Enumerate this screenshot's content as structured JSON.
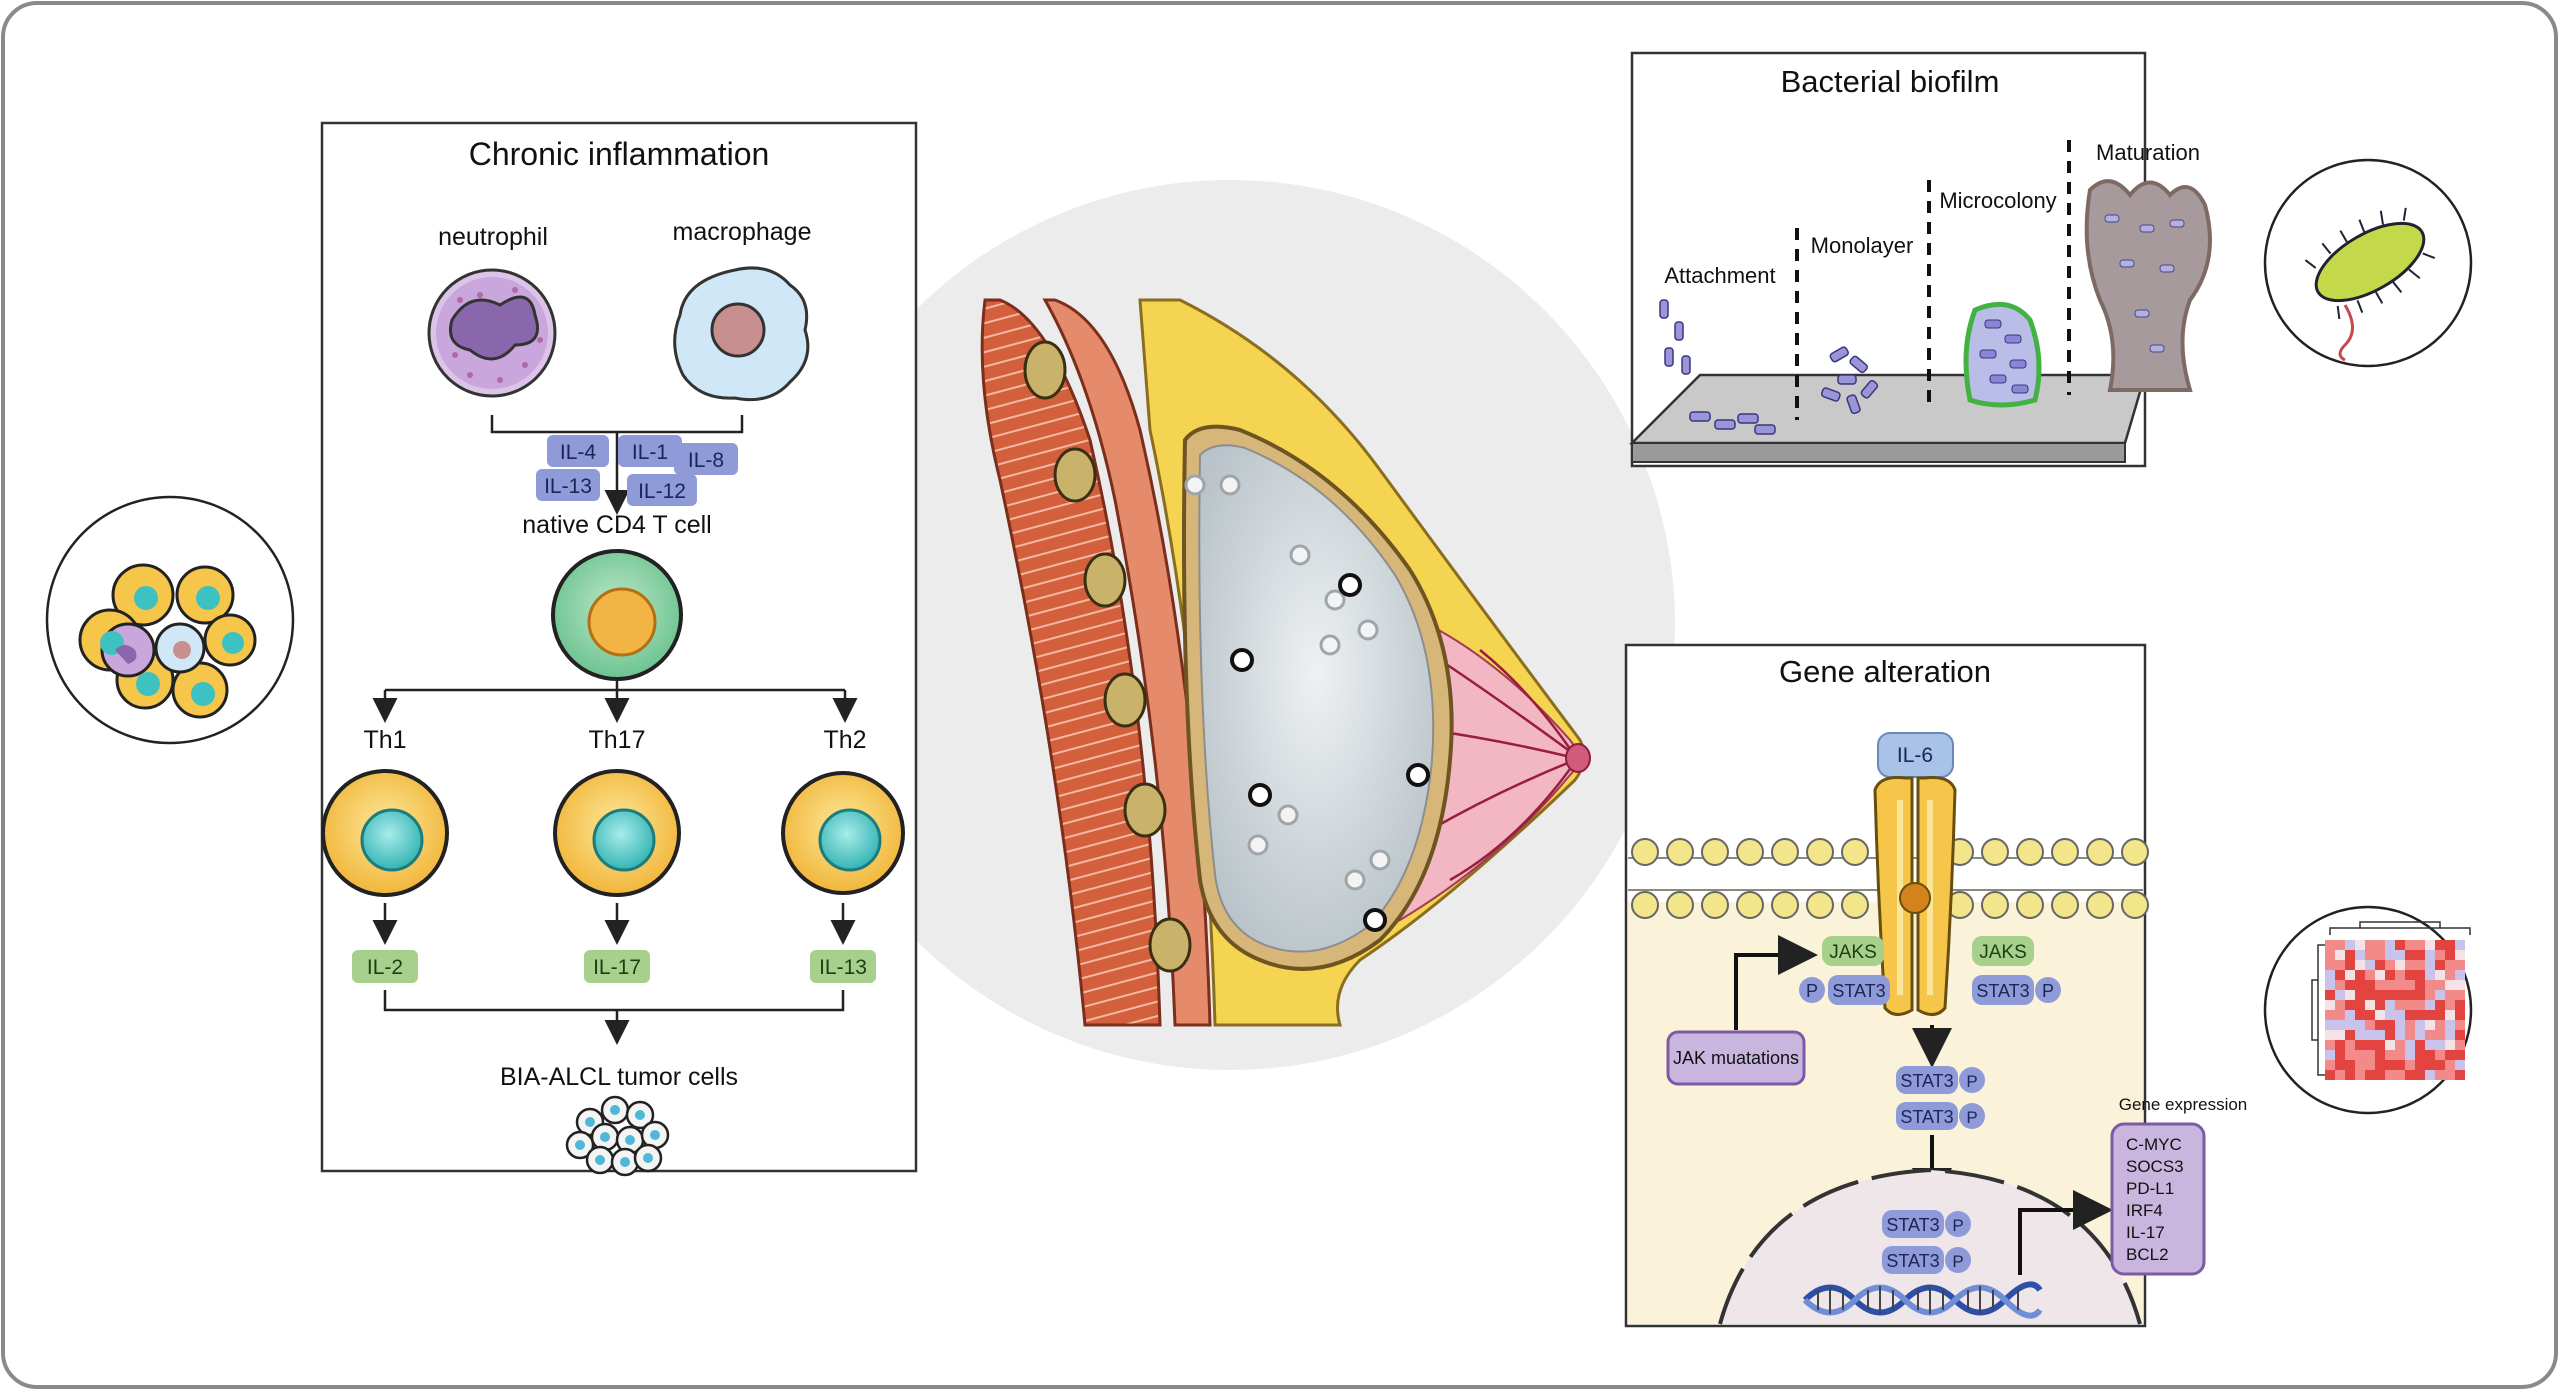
{
  "chronic": {
    "title": "Chronic inflammation",
    "neutrophil": "neutrophil",
    "macrophage": "macrophage",
    "cyt_il4": "IL-4",
    "cyt_il13a": "IL-13",
    "cyt_il1": "IL-1",
    "cyt_il8": "IL-8",
    "cyt_il12": "IL-12",
    "cd4": "native CD4 T cell",
    "th1": "Th1",
    "th17": "Th17",
    "th2": "Th2",
    "il2": "IL-2",
    "il17": "IL-17",
    "il13b": "IL-13",
    "tumor": "BIA-ALCL tumor cells"
  },
  "biofilm": {
    "title": "Bacterial biofilm",
    "attachment": "Attachment",
    "monolayer": "Monolayer",
    "microcolony": "Microcolony",
    "maturation": "Maturation"
  },
  "gene": {
    "title": "Gene alteration",
    "il6": "IL-6",
    "jaks_left": "JAKS",
    "jaks_right": "JAKS",
    "p": "P",
    "stat3": "STAT3",
    "jak_mut": "JAK muatations",
    "expr_title": "Gene expression",
    "genes": [
      "C-MYC",
      "SOCS3",
      "PD-L1",
      "IRF4",
      "IL-17",
      "BCL2"
    ]
  },
  "colors": {
    "border": "#7a7a7a",
    "blue_label": "#8e9bd8",
    "green_label": "#a8d08d",
    "membrane_head": "#f3e58a",
    "cytoplasm": "#fbf3d9",
    "purple_box": "#c9b6df",
    "cell_yellow": "#f5c64a",
    "nucleus_teal": "#56c6c4",
    "muscle_red": "#cf5d3f",
    "fat_yellow": "#f5d451",
    "implant_gray": "#cfd6db"
  }
}
